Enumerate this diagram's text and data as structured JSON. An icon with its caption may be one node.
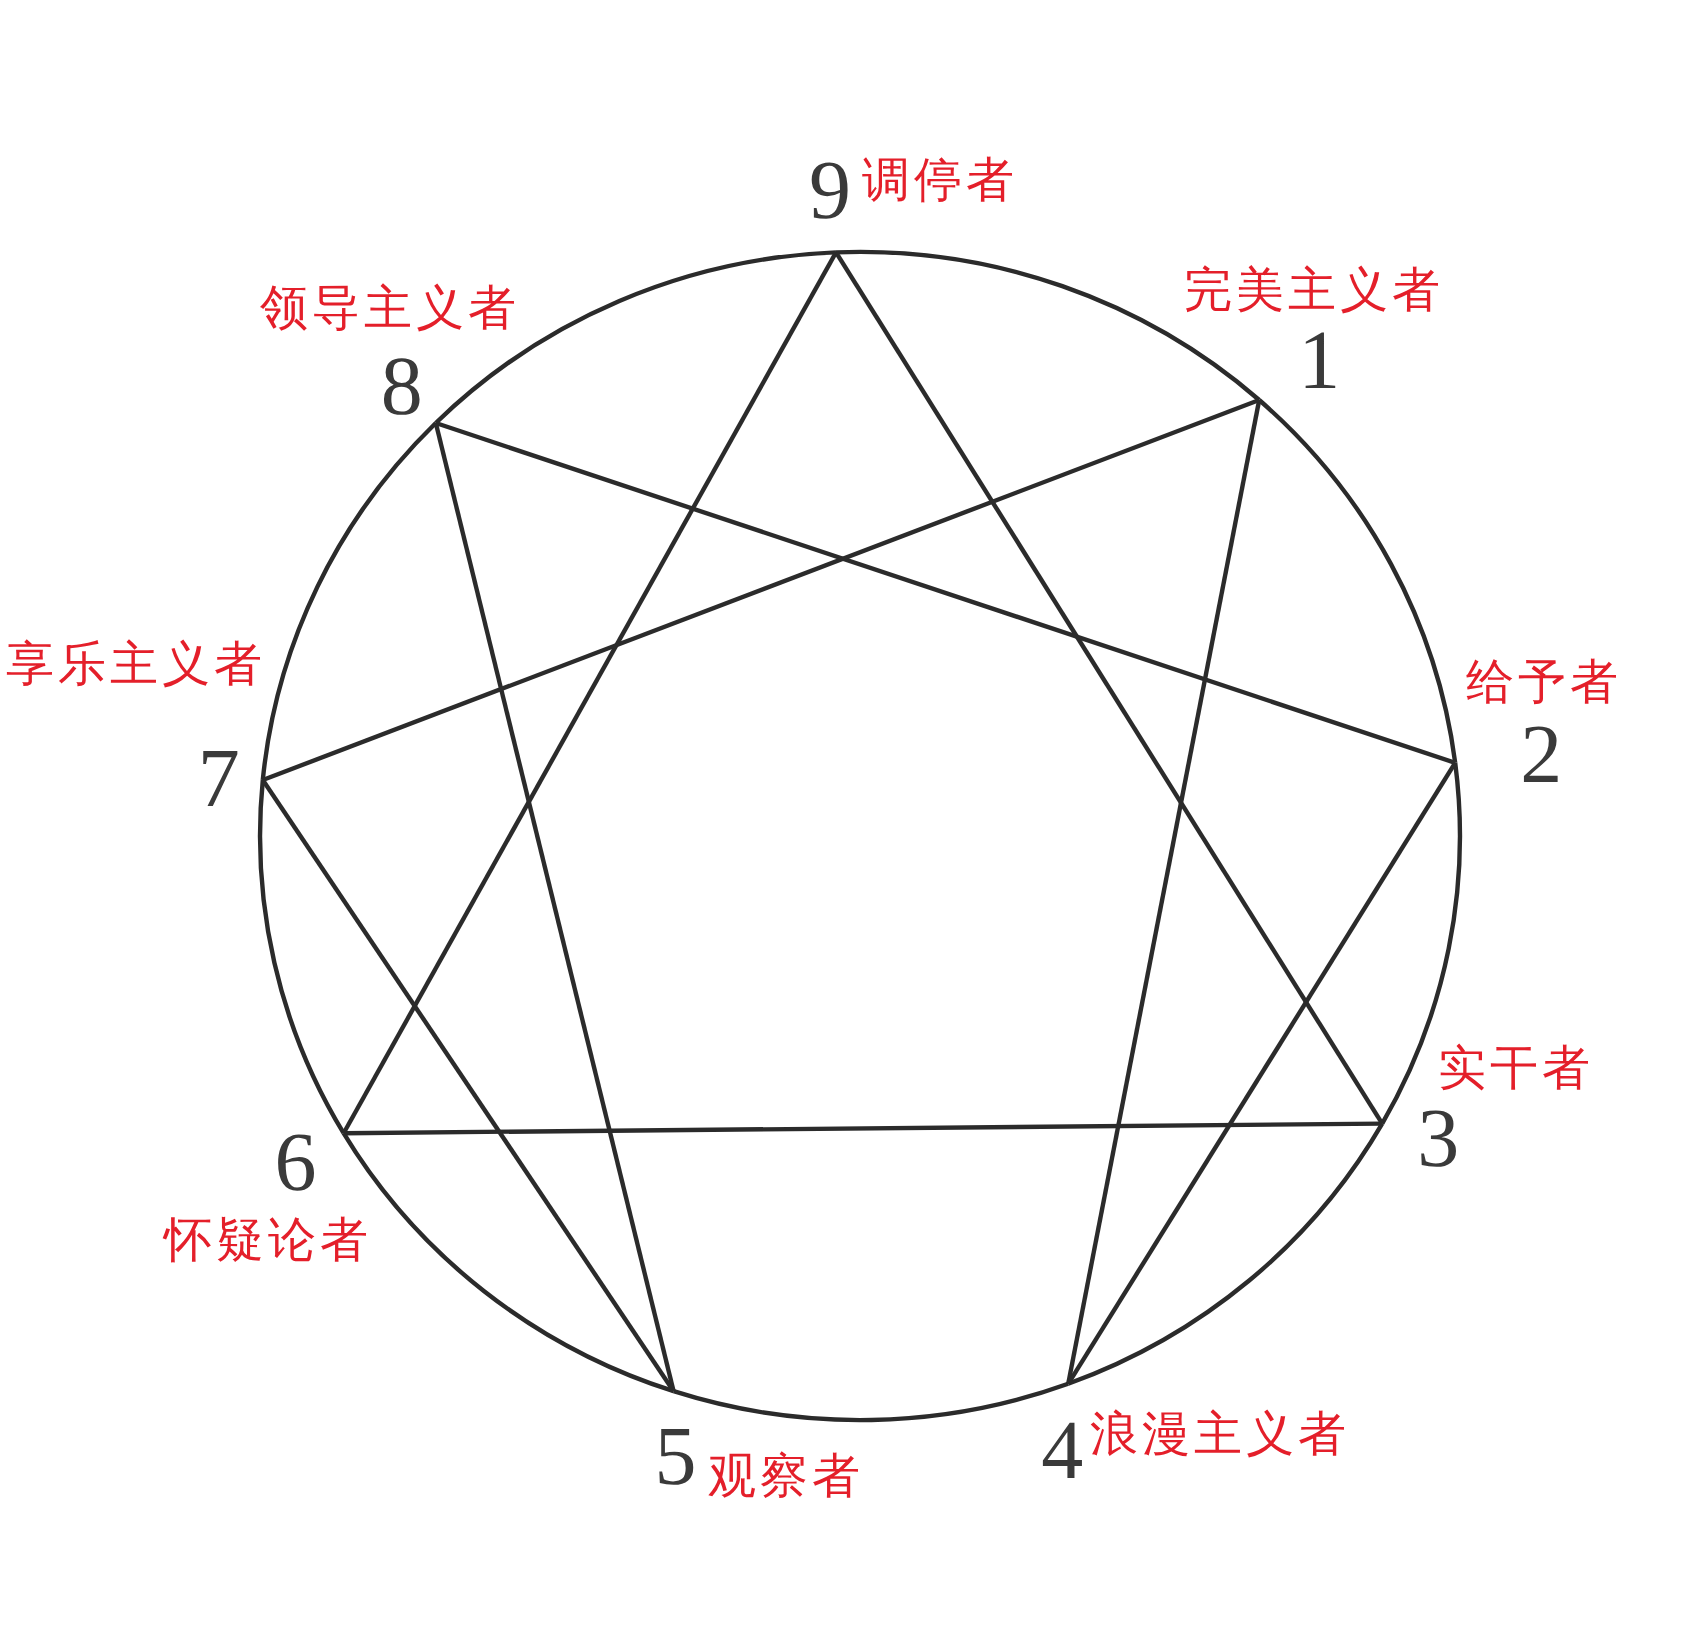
{
  "diagram": {
    "nodes": [
      {
        "text": [
          "9"
        ],
        "beside": [
          "调停者"
        ]
      },
      {
        "text": [
          "1"
        ],
        "beside": [
          "完美主义者"
        ]
      },
      {
        "text": [
          "2"
        ],
        "beside": [
          "给予者"
        ]
      },
      {
        "text": [
          "3"
        ],
        "beside": [
          "实干者"
        ]
      },
      {
        "text": [
          "4"
        ],
        "beside": [
          "浪漫主义者"
        ]
      },
      {
        "text": [
          "5"
        ],
        "beside": [
          "观察者"
        ]
      },
      {
        "text": [
          "6"
        ],
        "beside": [
          "怀疑论者"
        ]
      },
      {
        "text": [
          "7"
        ],
        "beside": [
          "享乐主义者"
        ]
      },
      {
        "text": [
          "8"
        ],
        "beside": [
          "领导主义者"
        ]
      }
    ],
    "edges": [
      {
        "from": 0,
        "to": 1,
        "arrow": "none"
      },
      {
        "from": 1,
        "to": 2,
        "arrow": "none"
      },
      {
        "from": 2,
        "to": 3,
        "arrow": "none"
      },
      {
        "from": 3,
        "to": 4,
        "arrow": "none"
      },
      {
        "from": 4,
        "to": 5,
        "arrow": "none"
      },
      {
        "from": 5,
        "to": 6,
        "arrow": "none"
      },
      {
        "from": 6,
        "to": 7,
        "arrow": "none"
      },
      {
        "from": 7,
        "to": 8,
        "arrow": "none"
      },
      {
        "from": 8,
        "to": 0,
        "arrow": "none"
      },
      {
        "from": 0,
        "to": 3,
        "arrow": "none"
      },
      {
        "from": 3,
        "to": 6,
        "arrow": "none"
      },
      {
        "from": 6,
        "to": 0,
        "arrow": "none"
      },
      {
        "from": 1,
        "to": 4,
        "arrow": "none"
      },
      {
        "from": 4,
        "to": 2,
        "arrow": "none"
      },
      {
        "from": 2,
        "to": 8,
        "arrow": "none"
      },
      {
        "from": 8,
        "to": 5,
        "arrow": "none"
      },
      {
        "from": 5,
        "to": 7,
        "arrow": "none"
      },
      {
        "from": 7,
        "to": 1,
        "arrow": "none"
      }
    ]
  }
}
